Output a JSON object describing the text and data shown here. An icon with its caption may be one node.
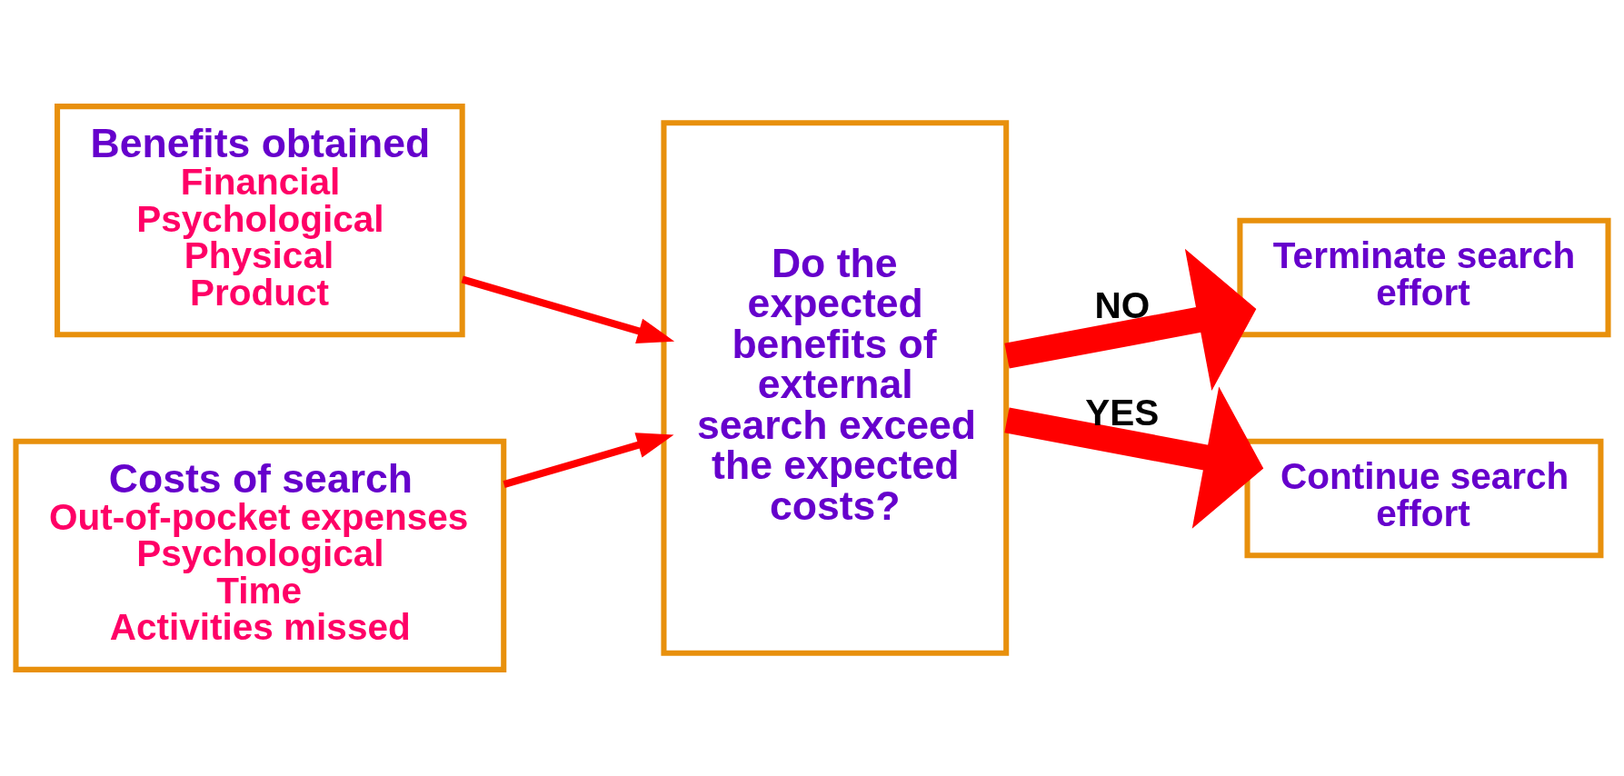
{
  "diagram": {
    "nodes": [
      {
        "text": [
          "Benefits obtained",
          "Financial",
          "Psychological",
          "Physical",
          "Product"
        ]
      },
      {
        "text": [
          "Costs of search",
          "Out-of-pocket expenses",
          "Psychological",
          "Time",
          "Activities missed"
        ]
      },
      {
        "text": [
          "Do the expected benefits of external search exceed the expected costs?"
        ]
      },
      {
        "text": [
          "Terminate search effort"
        ]
      },
      {
        "text": [
          "Continue search effort"
        ]
      }
    ],
    "edges": [
      {
        "from": 0,
        "to": 2,
        "arrow": "to"
      },
      {
        "from": 1,
        "to": 2,
        "arrow": "to"
      },
      {
        "from": 2,
        "to": 3,
        "arrow": "to",
        "label": "NO",
        "style": "thick"
      },
      {
        "from": 2,
        "to": 4,
        "arrow": "to",
        "label": "YES",
        "style": "thick"
      }
    ]
  }
}
